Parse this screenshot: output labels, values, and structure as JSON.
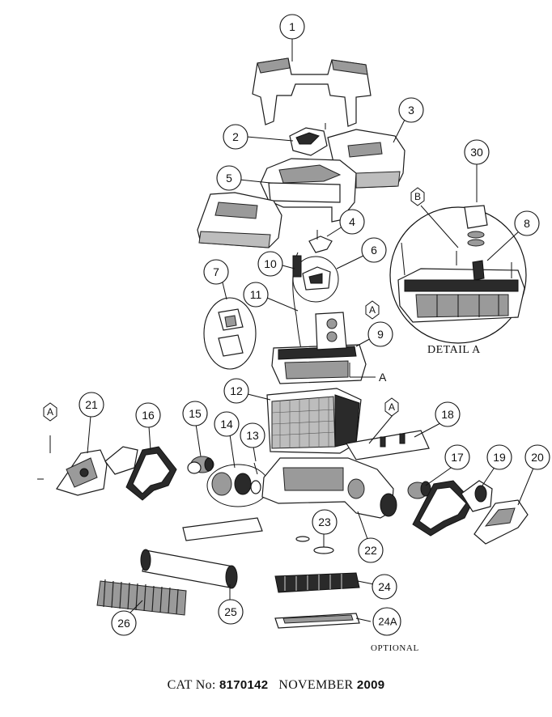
{
  "diagram": {
    "callouts": [
      {
        "id": "1",
        "label": "1"
      },
      {
        "id": "2",
        "label": "2"
      },
      {
        "id": "3",
        "label": "3"
      },
      {
        "id": "4",
        "label": "4"
      },
      {
        "id": "5",
        "label": "5"
      },
      {
        "id": "6",
        "label": "6"
      },
      {
        "id": "7",
        "label": "7"
      },
      {
        "id": "8",
        "label": "8"
      },
      {
        "id": "9",
        "label": "9"
      },
      {
        "id": "10",
        "label": "10"
      },
      {
        "id": "11",
        "label": "11"
      },
      {
        "id": "12",
        "label": "12"
      },
      {
        "id": "13",
        "label": "13"
      },
      {
        "id": "14",
        "label": "14"
      },
      {
        "id": "15",
        "label": "15"
      },
      {
        "id": "16",
        "label": "16"
      },
      {
        "id": "17",
        "label": "17"
      },
      {
        "id": "18",
        "label": "18"
      },
      {
        "id": "19",
        "label": "19"
      },
      {
        "id": "20",
        "label": "20"
      },
      {
        "id": "21",
        "label": "21"
      },
      {
        "id": "22",
        "label": "22"
      },
      {
        "id": "23",
        "label": "23"
      },
      {
        "id": "24",
        "label": "24"
      },
      {
        "id": "24A",
        "label": "24A"
      },
      {
        "id": "25",
        "label": "25"
      },
      {
        "id": "26",
        "label": "26"
      },
      {
        "id": "30",
        "label": "30"
      }
    ],
    "refs": [
      {
        "id": "A1",
        "label": "A"
      },
      {
        "id": "A2",
        "label": "A"
      },
      {
        "id": "A3",
        "label": "A"
      },
      {
        "id": "B",
        "label": "B"
      }
    ],
    "ref_a_text": "A",
    "detail_label": "DETAIL A",
    "optional_label": "OPTIONAL"
  },
  "footer": {
    "cat_prefix": "CAT No:",
    "cat_number": "8170142",
    "month": "NOVEMBER",
    "year": "2009"
  }
}
